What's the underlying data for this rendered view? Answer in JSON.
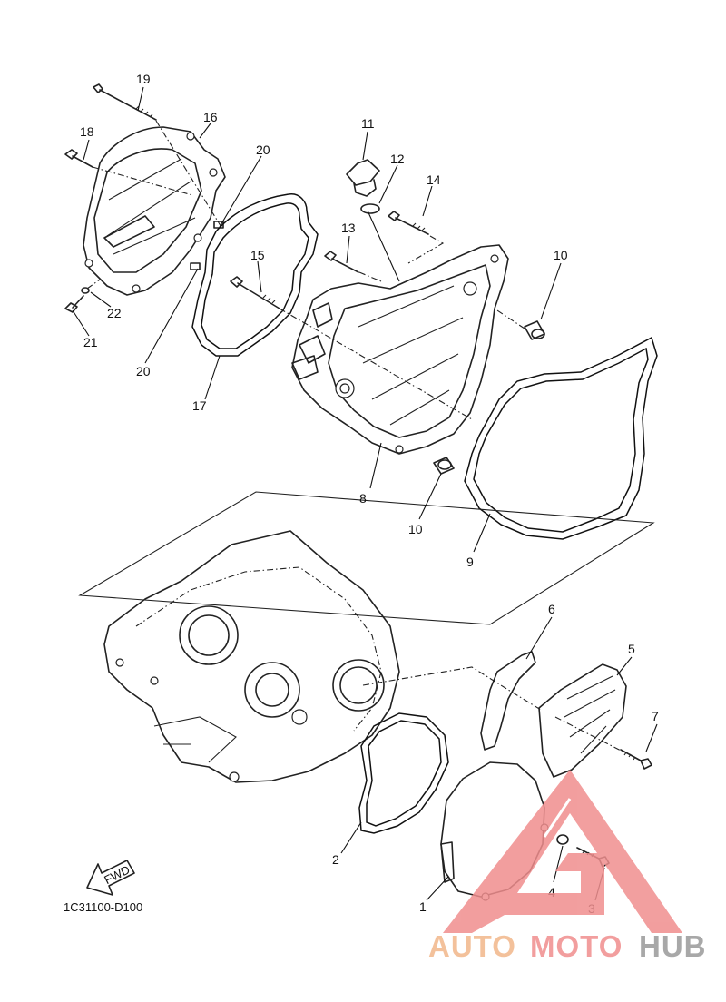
{
  "diagram": {
    "code": "1C31100-D100",
    "fwd": "FWD",
    "callouts": [
      "19",
      "16",
      "18",
      "20",
      "11",
      "12",
      "14",
      "13",
      "15",
      "10",
      "22",
      "21",
      "20",
      "17",
      "8",
      "10",
      "9",
      "6",
      "5",
      "7",
      "2",
      "4",
      "3",
      "1"
    ]
  },
  "watermark": {
    "part1": "AUTO",
    "part2": "MOTO",
    "part3": "HUB",
    "color_orange": "#f2b78a",
    "color_pink": "#f08e8e",
    "color_gray": "#999999"
  }
}
